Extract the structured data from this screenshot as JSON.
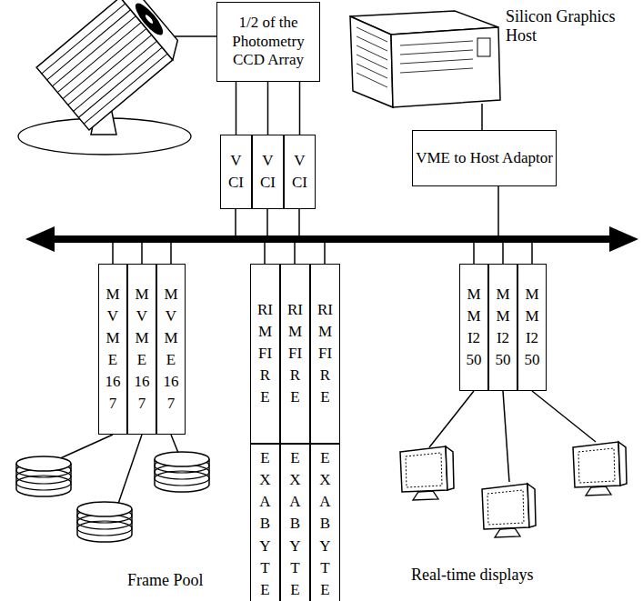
{
  "diagram": {
    "nodes": [
      {
        "text": [
          "1/2 of the Photometry CCD Array"
        ]
      },
      {
        "text": [
          "VCI"
        ]
      },
      {
        "text": [
          "VCI"
        ]
      },
      {
        "text": [
          "VCI"
        ]
      },
      {
        "text": [
          "VME to Host Adaptor"
        ]
      },
      {
        "text": [
          "MVME167"
        ]
      },
      {
        "text": [
          "MVME167"
        ]
      },
      {
        "text": [
          "MVME167"
        ]
      },
      {
        "text": [
          "RIMFIRE"
        ]
      },
      {
        "text": [
          "RIMFIRE"
        ]
      },
      {
        "text": [
          "RIMFIRE"
        ]
      },
      {
        "text": [
          "EXABYTE"
        ]
      },
      {
        "text": [
          "EXABYTE"
        ]
      },
      {
        "text": [
          "EXABYTE"
        ]
      },
      {
        "text": [
          "MMI250"
        ]
      },
      {
        "text": [
          "MMI250"
        ]
      },
      {
        "text": [
          "MMI250"
        ]
      }
    ],
    "edges": [
      {
        "from": 0,
        "to": 1,
        "arrow": "none"
      },
      {
        "from": 0,
        "to": 2,
        "arrow": "none"
      },
      {
        "from": 0,
        "to": 3,
        "arrow": "none"
      }
    ],
    "labels": [
      "Silicon Graphics Host",
      "Frame Pool",
      "Real-time displays"
    ]
  }
}
